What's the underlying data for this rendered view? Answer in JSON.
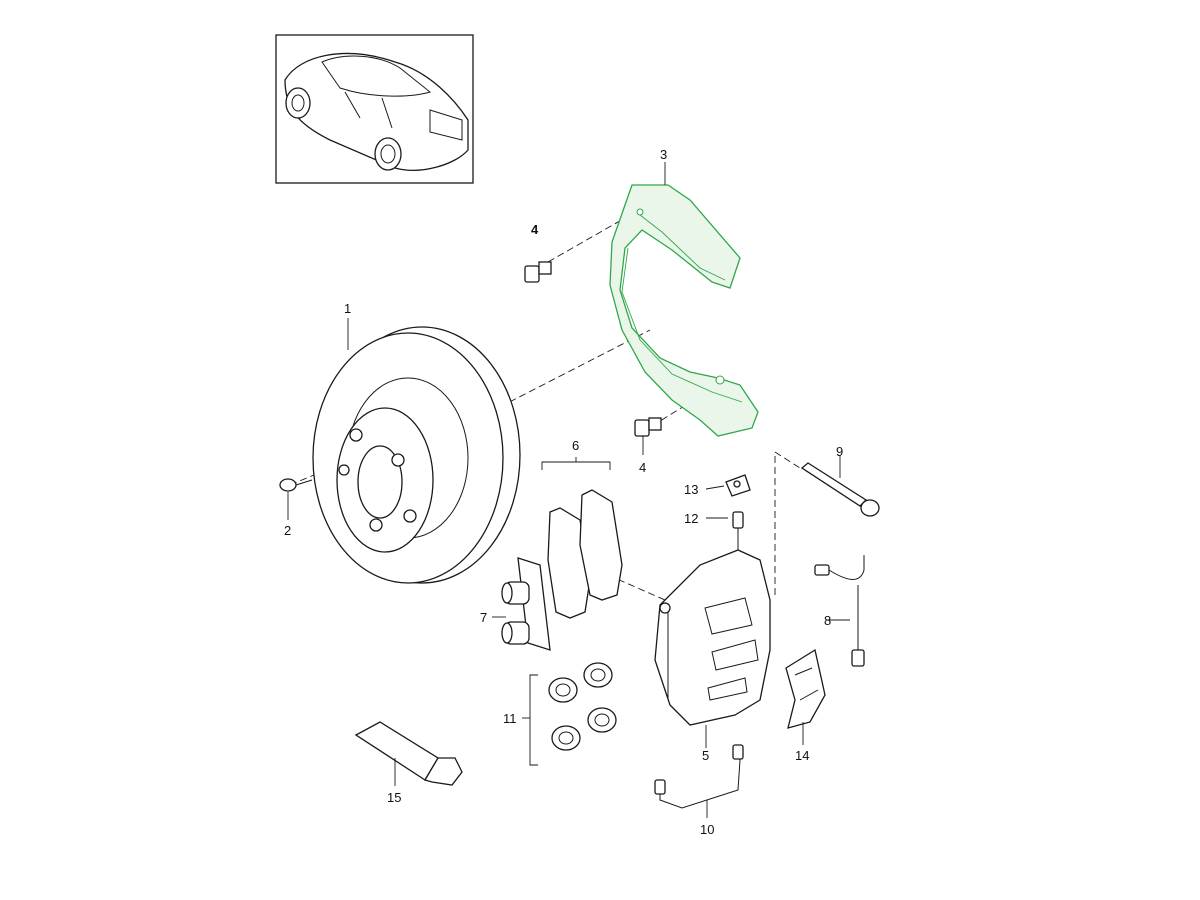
{
  "diagram": {
    "highlight_color": "#2ea84a",
    "line_color": "#1a1a1a",
    "callouts": {
      "c1": "1",
      "c2": "2",
      "c3": "3",
      "c4a": "4",
      "c4b": "4",
      "c5": "5",
      "c6": "6",
      "c7": "7",
      "c8": "8",
      "c9": "9",
      "c10": "10",
      "c11": "11",
      "c12": "12",
      "c13": "13",
      "c14": "14",
      "c15": "15"
    }
  }
}
